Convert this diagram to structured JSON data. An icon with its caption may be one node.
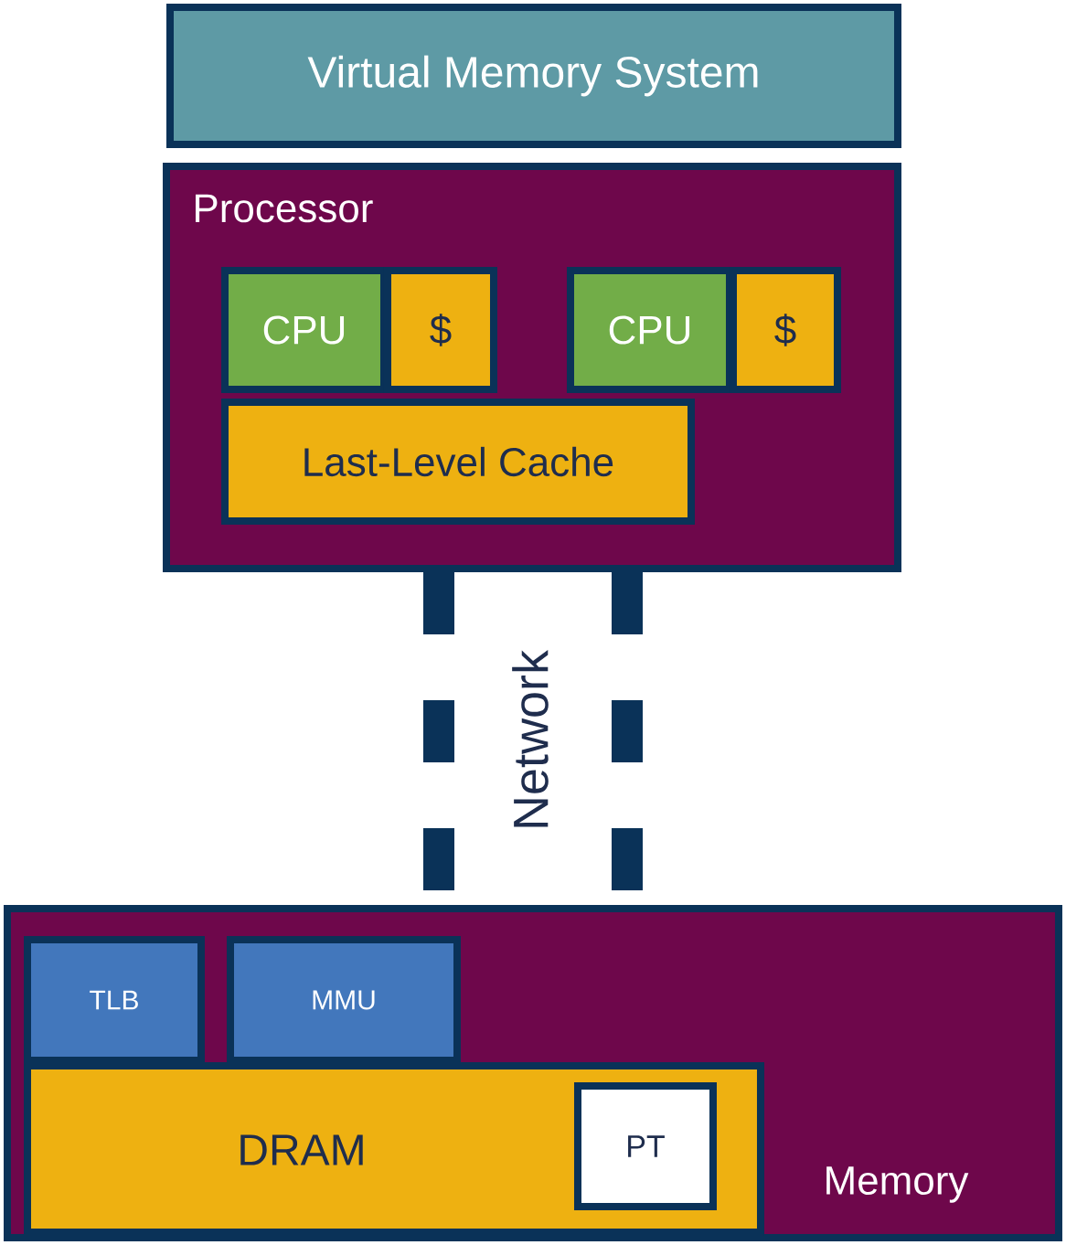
{
  "diagram": {
    "nodes": [
      {
        "text": [
          "Virtual Memory System"
        ]
      },
      {
        "text": [
          "Processor"
        ]
      },
      {
        "text": [
          "CPU"
        ],
        "in": 1
      },
      {
        "text": [
          "$"
        ],
        "in": 1
      },
      {
        "text": [
          "CPU"
        ],
        "in": 1
      },
      {
        "text": [
          "$"
        ],
        "in": 1
      },
      {
        "text": [
          "Last-Level Cache"
        ],
        "in": 1
      },
      {
        "text": [
          "Memory"
        ]
      },
      {
        "text": [
          "TLB"
        ],
        "in": 7
      },
      {
        "text": [
          "MMU"
        ],
        "in": 7
      },
      {
        "text": [
          "DRAM"
        ],
        "in": 7
      },
      {
        "text": [
          "PT"
        ],
        "in": 10
      }
    ],
    "edges": [
      {
        "from": 1,
        "to": 7,
        "arrow": "none",
        "style": "dashed",
        "label": "Network"
      },
      {
        "from": 1,
        "to": 7,
        "arrow": "none",
        "style": "dashed"
      }
    ]
  }
}
